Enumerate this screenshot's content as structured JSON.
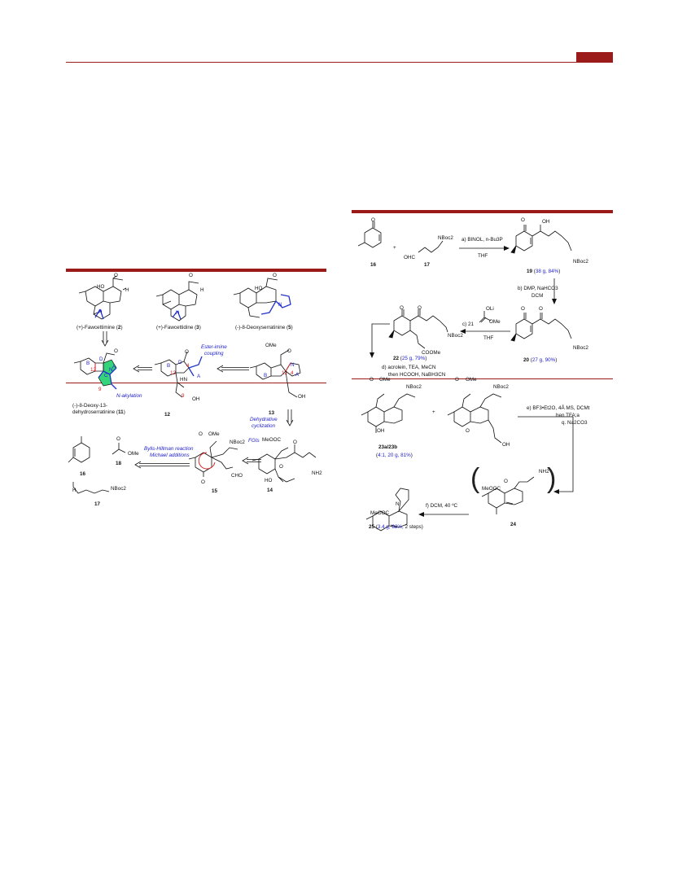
{
  "colors": {
    "accent_red": "#9b1b1b",
    "blue_text": "#2222cc",
    "red_label": "#d02020",
    "ring_green": "#36d47a"
  },
  "left_scheme": {
    "targets": [
      {
        "name": "(+)-Fawcettimine (",
        "num": "2",
        "close": ")"
      },
      {
        "name": "(+)-Fawcettidine (",
        "num": "3",
        "close": ")"
      },
      {
        "name": "(-)-8-Deoxyserratinine (",
        "num": "5",
        "close": ")"
      }
    ],
    "compound11": {
      "line1": "(-)-8-Deoxy-13-",
      "line2": "dehydroserratinine (",
      "num": "11",
      "close": ")"
    },
    "labels": {
      "c12": "12",
      "c13": "13",
      "c14": "14",
      "c15": "15",
      "c16": "16",
      "c17": "17",
      "c18": "18",
      "oh": "OH",
      "hn": "HN",
      "ome": "OMe",
      "meooc": "MeOOC",
      "nh2": "NH2",
      "cho": "CHO",
      "nboc": "NBoc2",
      "ho": "HO",
      "h": "H",
      "n": "N",
      "o": "O",
      "nine": "9",
      "twelve": "12",
      "four": "4"
    },
    "ring_letters": {
      "a": "A",
      "b": "B",
      "c": "C",
      "d": "D"
    },
    "annotations": {
      "ester_imine_1": "Ester-imine",
      "ester_imine_2": "coupling",
      "n_alkylation": "N-akylation",
      "dehydrative_1": "Dehydrative",
      "dehydrative_2": "cyclization",
      "fgis": "FGIs",
      "baylis_1": "Bylis-Hillman reaction",
      "baylis_2": "Michael additions"
    }
  },
  "right_scheme": {
    "compounds": {
      "c16": "16",
      "c17": "17",
      "c19": "19",
      "c19_yield": "38 g, 84%",
      "c20": "20",
      "c20_yield": "27 g, 90%",
      "c22": "22",
      "c22_yield": "25 g, 79%",
      "c23": "23a/23b",
      "c23_yield": "4:1, 20 g, 81%",
      "c24": "24",
      "c25": "25",
      "c25_yield": "3.4 g, 82%",
      "c25_tail": ", 2 steps)"
    },
    "reagents": {
      "a": "a) BINOL, n-Bu3P",
      "a_solvent": "THF",
      "b1": "b) DMP, NaHCO3",
      "b2": "DCM",
      "c": "c) 21",
      "c_solvent": "THF",
      "c_oli": "OLi",
      "c_ome": "OMe",
      "d1": "d) acrolein, TEA, MeCN",
      "d2": "then HCOOH, NaBH3CN",
      "e1": "e) BF3•Et2O, 4Å MS, DCMt",
      "e2": "hen TFA;a",
      "e3": "q. Na2CO3",
      "f": "f) DCM, 40 ºC"
    },
    "fragments": {
      "nboc": "NBoc2",
      "ohc": "OHC",
      "oh": "OH",
      "o": "O",
      "cooMe": "COOMe",
      "ome": "OMe",
      "meooc": "MeOOC",
      "nh2": "NH2",
      "n": "N",
      "plus": "+",
      "open": "(",
      "close": ")"
    }
  }
}
